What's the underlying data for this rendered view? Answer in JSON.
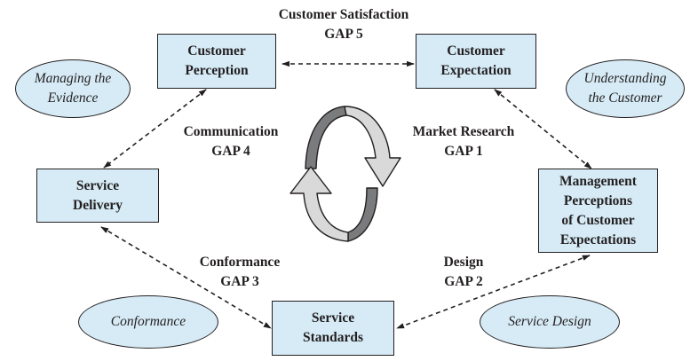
{
  "boxes": {
    "customer_perception": [
      "Customer",
      "Perception"
    ],
    "customer_expectation": [
      "Customer",
      "Expectation"
    ],
    "service_delivery": [
      "Service",
      "Delivery"
    ],
    "management_perceptions": [
      "Management",
      "Perceptions",
      "of Customer",
      "Expectations"
    ],
    "service_standards": [
      "Service",
      "Standards"
    ]
  },
  "ovals": {
    "managing_evidence": [
      "Managing the",
      "Evidence"
    ],
    "understanding_customer": [
      "Understanding",
      "the Customer"
    ],
    "conformance": [
      "Conformance"
    ],
    "service_design": [
      "Service Design"
    ]
  },
  "gaps": {
    "gap5": [
      "Customer Satisfaction",
      "GAP 5"
    ],
    "gap4": [
      "Communication",
      "GAP 4"
    ],
    "gap1": [
      "Market Research",
      "GAP 1"
    ],
    "gap3": [
      "Conformance",
      "GAP 3"
    ],
    "gap2": [
      "Design",
      "GAP 2"
    ]
  },
  "colors": {
    "box_fill": "#d6ebf6",
    "stroke": "#231f20",
    "cycle_dark": "#7a7b7d",
    "cycle_light": "#d9d9da"
  }
}
